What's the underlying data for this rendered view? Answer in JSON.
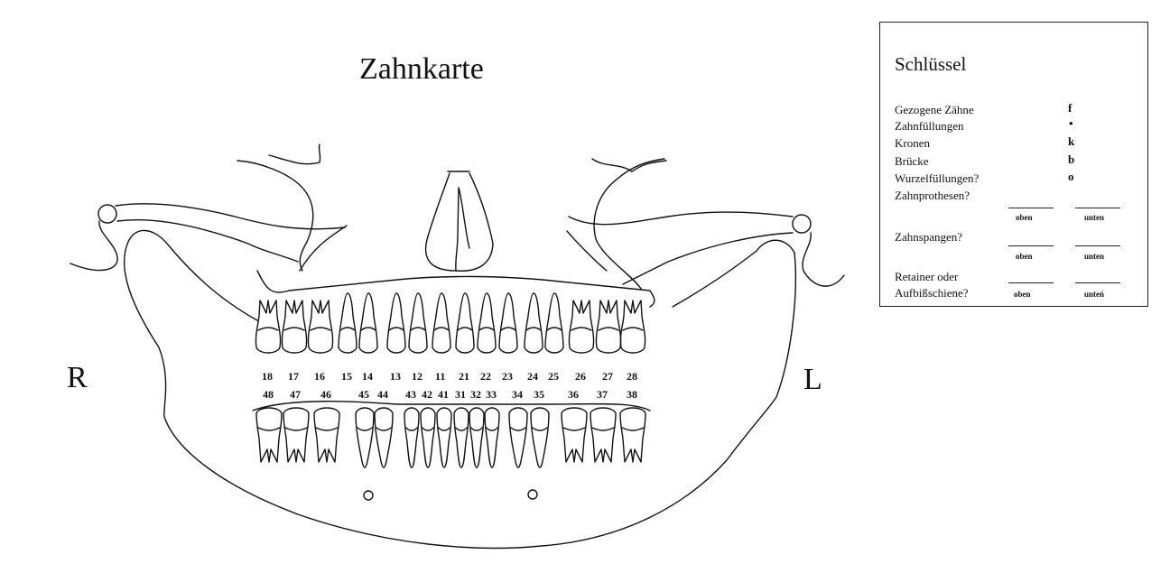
{
  "title": "Zahnkarte",
  "side_right": "R",
  "side_left": "L",
  "upper_teeth": [
    "18",
    "17",
    "16",
    "15",
    "14",
    "13",
    "12",
    "11",
    "21",
    "22",
    "23",
    "24",
    "25",
    "26",
    "27",
    "28"
  ],
  "lower_teeth": [
    "48",
    "47",
    "46",
    "45",
    "44",
    "43",
    "42",
    "41",
    "31",
    "32",
    "33",
    "34",
    "35",
    "36",
    "37",
    "38"
  ],
  "key": {
    "title": "Schlüssel",
    "items": [
      {
        "label": "Gezogene Zähne",
        "symbol": "f"
      },
      {
        "label": "Zahnfüllungen",
        "symbol": "•"
      },
      {
        "label": "Kronen",
        "symbol": "k"
      },
      {
        "label": "Brücke",
        "symbol": "b"
      },
      {
        "label": "Wurzelfüllungen?",
        "symbol": "o"
      }
    ],
    "prosthesis_label": "Zahnprothesen?",
    "braces_label": "Zahnspangen?",
    "retainer_label_1": "Retainer oder",
    "retainer_label_2": "Aufbißschiene?",
    "upper_word": "oben",
    "lower_word": "unten",
    "lower_word_last": "unteń"
  }
}
